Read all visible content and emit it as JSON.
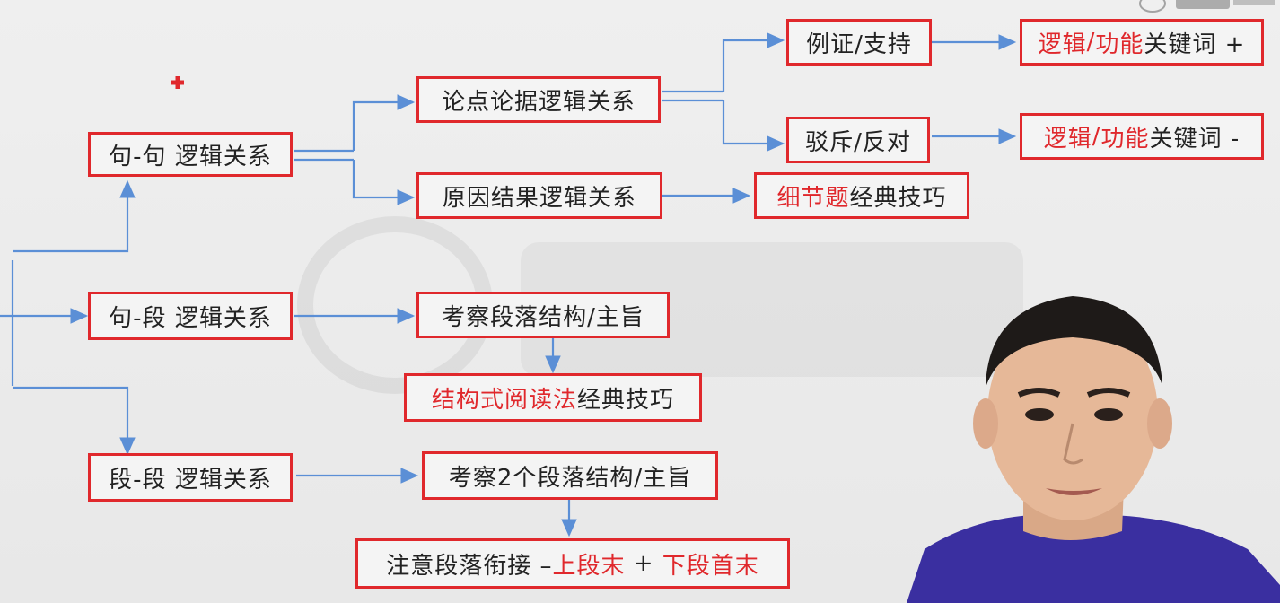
{
  "diagram": {
    "nodes": {
      "juju": "句-句 逻辑关系",
      "juduan": "句-段 逻辑关系",
      "duanduan": "段-段 逻辑关系",
      "lundian": "论点论据逻辑关系",
      "yuanyin": "原因结果逻辑关系",
      "lizheng": "例证/支持",
      "bochi": "驳斥/反对",
      "kw_plus": {
        "red": "逻辑",
        "slash": "/",
        "red2": "功能",
        "black": "关键词 +"
      },
      "kw_minus": {
        "red": "逻辑",
        "slash": "/",
        "red2": "功能",
        "black": "关键词 -"
      },
      "xijie": {
        "red": "细节题",
        "black": "经典技巧"
      },
      "kaocha1": "考察段落结构/主旨",
      "jiegou": {
        "red": "结构式阅读法",
        "black": "经典技巧"
      },
      "kaocha2": "考察2个段落结构/主旨",
      "zhuyi": {
        "black": "注意段落衔接 – ",
        "red": "上段末",
        "plus": " + ",
        "red2": "下段首末"
      }
    }
  },
  "colors": {
    "box_border": "#e0282c",
    "arrow": "#5b8fd6",
    "highlight_text": "#e0282c",
    "presenter_shirt": "#3a2fa0"
  }
}
